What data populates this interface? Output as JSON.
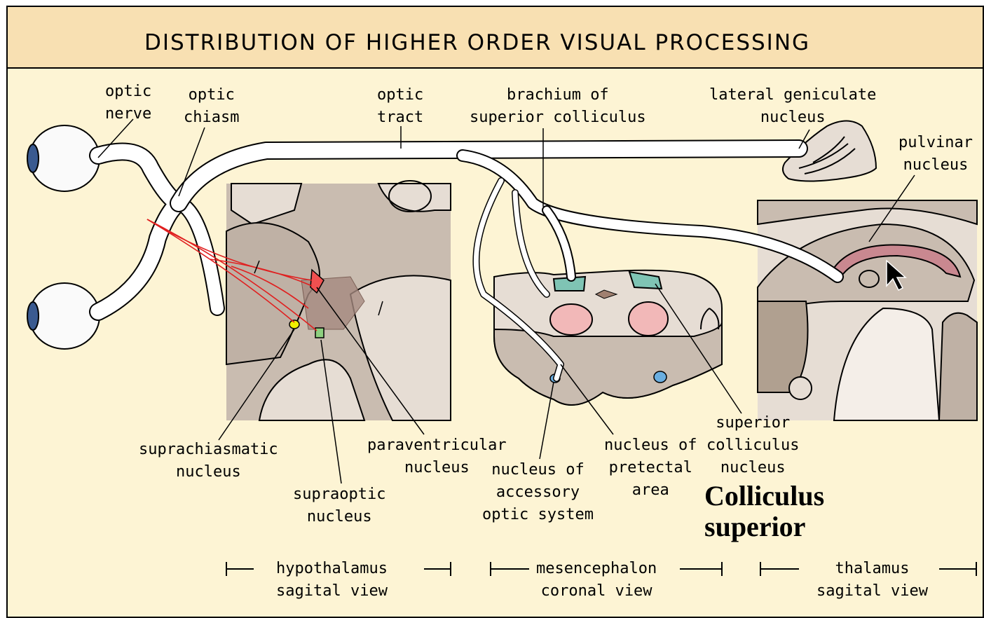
{
  "title": "DISTRIBUTION OF HIGHER ORDER VISUAL PROCESSING",
  "labels": {
    "optic_nerve": "optic\nnerve",
    "optic_chiasm": "optic\nchiasm",
    "optic_tract": "optic\ntract",
    "brachium": "brachium of\nsuperior colliculus",
    "lgn": "lateral geniculate\nnucleus",
    "pulvinar": "pulvinar\nnucleus",
    "suprachiasmatic": "suprachiasmatic\nnucleus",
    "supraoptic": "supraoptic\nnucleus",
    "paraventricular": "paraventricular\nnucleus",
    "accessory": "nucleus of\naccessory\noptic system",
    "pretectal": "nucleus of\npretectal\narea",
    "superior_colliculus": "superior\ncolliculus\nnucleus"
  },
  "annotation": {
    "line1": "Colliculus",
    "line2": "superior"
  },
  "sections": {
    "hypothalamus": "hypothalamus\nsagital view",
    "mesencephalon": "mesencephalon\ncoronal view",
    "thalamus": "thalamus\nsagital view"
  },
  "colors": {
    "background": "#fdf4d4",
    "title_bar": "#f8e0b2",
    "tissue": "#c9bcb0",
    "tissue_light": "#e6ddd4",
    "red_line": "#e02020",
    "teal": "#7fc4b4",
    "pink": "#f2b8b8"
  }
}
